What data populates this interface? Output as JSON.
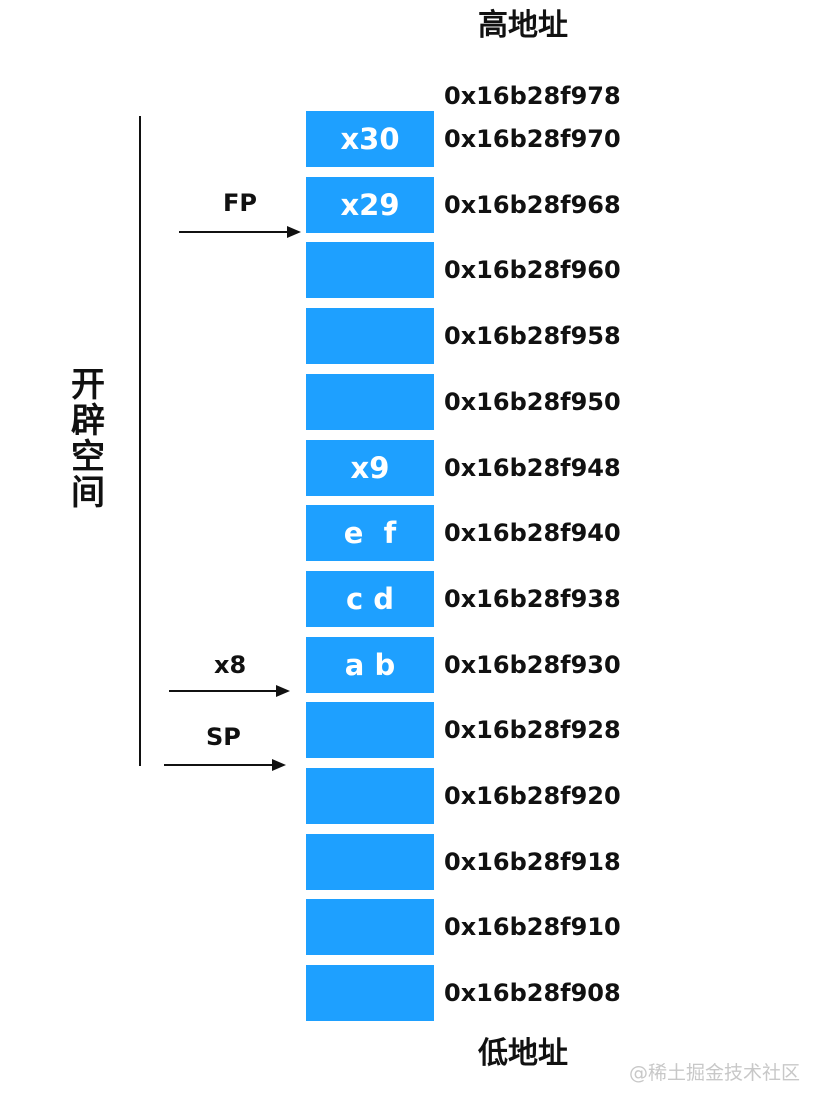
{
  "header": {
    "high_address": "高地址",
    "low_address": "低地址"
  },
  "stack": {
    "top_address": "0x16b28f978",
    "slots": [
      {
        "content": "x30",
        "address": "0x16b28f970"
      },
      {
        "content": "x29",
        "address": "0x16b28f968"
      },
      {
        "content": "",
        "address": "0x16b28f960"
      },
      {
        "content": "",
        "address": "0x16b28f958"
      },
      {
        "content": "",
        "address": "0x16b28f950"
      },
      {
        "content": "x9",
        "address": "0x16b28f948"
      },
      {
        "content": "e  f",
        "address": "0x16b28f940"
      },
      {
        "content": "c d",
        "address": "0x16b28f938"
      },
      {
        "content": "a b",
        "address": "0x16b28f930"
      },
      {
        "content": "",
        "address": "0x16b28f928"
      },
      {
        "content": "",
        "address": "0x16b28f920"
      },
      {
        "content": "",
        "address": "0x16b28f918"
      },
      {
        "content": "",
        "address": "0x16b28f910"
      },
      {
        "content": "",
        "address": "0x16b28f908"
      }
    ]
  },
  "annotations": {
    "allocated_space": "开辟空间",
    "fp": "FP",
    "x8": "x8",
    "sp": "SP"
  },
  "watermark": "@稀土掘金技术社区",
  "colors": {
    "cell": "#1ea0ff",
    "cell_text": "#ffffff",
    "text": "#111111",
    "watermark": "#c8c8c8"
  },
  "icons": {
    "pointer_arrow": "right-arrow-icon"
  }
}
